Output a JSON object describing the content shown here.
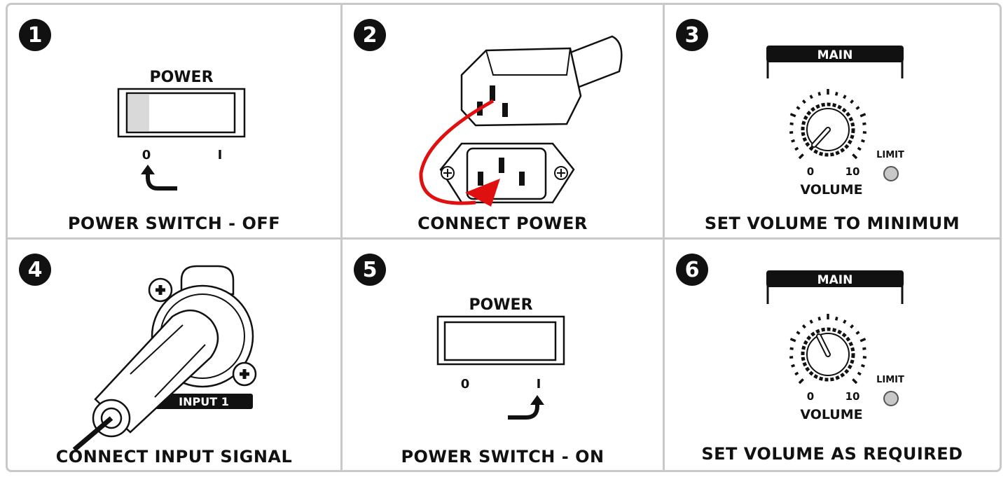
{
  "steps": [
    {
      "number": "1",
      "caption": "POWER SWITCH - OFF",
      "switch_label": "POWER",
      "off_mark": "0",
      "on_mark": "I"
    },
    {
      "number": "2",
      "caption": "CONNECT POWER"
    },
    {
      "number": "3",
      "caption": "SET VOLUME  TO MINIMUM",
      "panel_label": "MAIN",
      "knob_label": "VOLUME",
      "scale_min": "0",
      "scale_max": "10",
      "indicator_label": "LIMIT"
    },
    {
      "number": "4",
      "caption": "CONNECT INPUT SIGNAL",
      "input_label": "INPUT 1"
    },
    {
      "number": "5",
      "caption": "POWER SWITCH - ON",
      "switch_label": "POWER",
      "off_mark": "0",
      "on_mark": "I"
    },
    {
      "number": "6",
      "caption": "SET VOLUME  AS REQUIRED",
      "panel_label": "MAIN",
      "knob_label": "VOLUME",
      "scale_min": "0",
      "scale_max": "10",
      "indicator_label": "LIMIT"
    }
  ],
  "colors": {
    "accent": "#e01010",
    "border": "#c9c9c9",
    "ink": "#111111",
    "switch_shade": "#d9d9d9",
    "led": "#c8c8c8"
  }
}
